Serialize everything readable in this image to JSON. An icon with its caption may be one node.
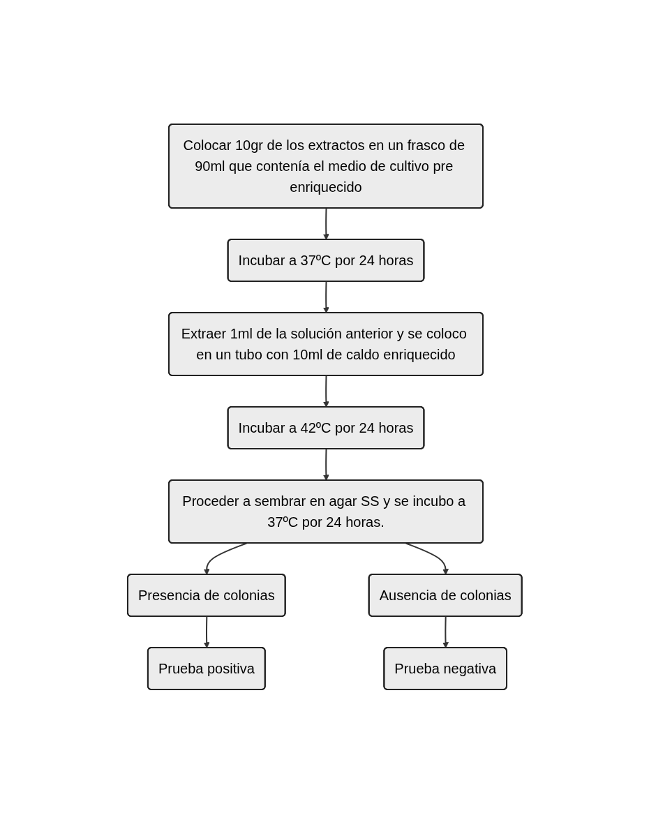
{
  "diagram": {
    "nodes": [
      {
        "text": [
          "Colocar 10gr de los extractos en un frasco de 90ml que contenía el medio de cultivo pre enriquecido"
        ]
      },
      {
        "text": [
          "Incubar a 37ºC por 24 horas"
        ]
      },
      {
        "text": [
          "Extraer 1ml de la solución anterior y se coloco en un tubo con 10ml de caldo enriquecido"
        ]
      },
      {
        "text": [
          "Incubar a 42ºC por 24 horas"
        ]
      },
      {
        "text": [
          "Proceder a sembrar en agar SS y se incubo a 37ºC por 24 horas."
        ]
      },
      {
        "text": [
          "Presencia de colonias"
        ]
      },
      {
        "text": [
          "Ausencia de colonias"
        ]
      },
      {
        "text": [
          "Prueba positiva"
        ]
      },
      {
        "text": [
          "Prueba negativa"
        ]
      }
    ],
    "edges": [
      {
        "from": 0,
        "to": 1,
        "arrow": "to"
      },
      {
        "from": 1,
        "to": 2,
        "arrow": "to"
      },
      {
        "from": 2,
        "to": 3,
        "arrow": "to"
      },
      {
        "from": 3,
        "to": 4,
        "arrow": "to"
      },
      {
        "from": 4,
        "to": 5,
        "arrow": "to"
      },
      {
        "from": 4,
        "to": 6,
        "arrow": "to"
      },
      {
        "from": 5,
        "to": 7,
        "arrow": "to"
      },
      {
        "from": 6,
        "to": 8,
        "arrow": "to"
      }
    ]
  }
}
